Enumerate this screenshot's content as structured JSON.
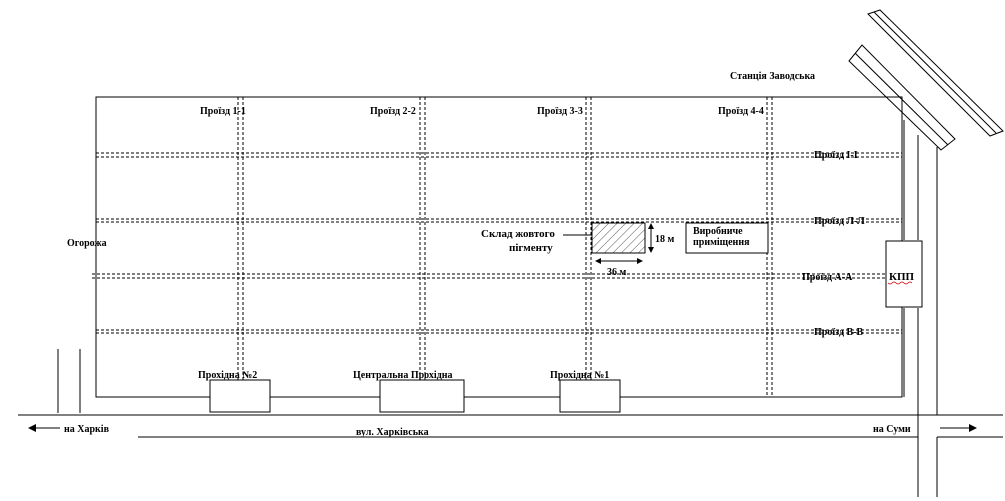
{
  "labels": {
    "station": "Станція Заводська",
    "fence": "Огорожа",
    "warehouse_line1": "Склад жовтого",
    "warehouse_line2": "пігменту",
    "dim_height": "18 м",
    "dim_width": "36 м",
    "production_line1": "Виробниче",
    "production_line2": "приміщення",
    "checkpoint": "КПП",
    "to_kharkiv": "на Харків",
    "to_sumy": "на Суми",
    "street": "вул. Харківська"
  },
  "vertical_passages": [
    "Проїзд 1-1",
    "Проїзд 2-2",
    "Проїзд 3-3",
    "Проїзд 4-4"
  ],
  "horizontal_passages": [
    "Проїзд І-І",
    "Проїзд Л-Л",
    "Проїзд А-А",
    "Проїзд В-В"
  ],
  "gates": [
    "Прохідна №2",
    "Центральна Прохідна",
    "Прохідна №1"
  ]
}
